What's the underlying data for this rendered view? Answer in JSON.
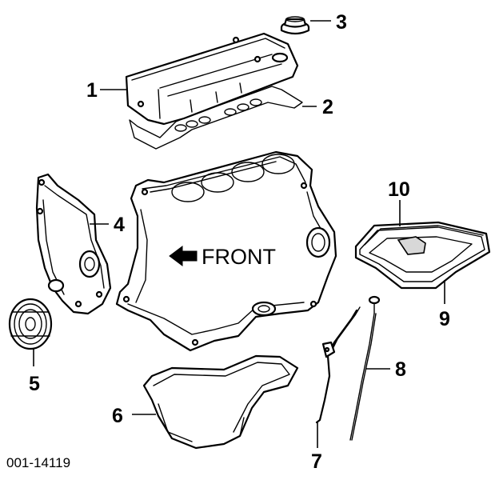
{
  "diagram": {
    "front_label": "FRONT",
    "figure_code": "001-14119",
    "callouts": [
      {
        "number": "1",
        "part": "cylinder-head-cover"
      },
      {
        "number": "2",
        "part": "head-cover-gasket"
      },
      {
        "number": "3",
        "part": "oil-filler-cap"
      },
      {
        "number": "4",
        "part": "timing-chain-cover"
      },
      {
        "number": "5",
        "part": "crankshaft-pulley"
      },
      {
        "number": "6",
        "part": "lower-oil-pan"
      },
      {
        "number": "7",
        "part": "dipstick-guide"
      },
      {
        "number": "8",
        "part": "oil-dipstick"
      },
      {
        "number": "9",
        "part": "upper-oil-pan"
      },
      {
        "number": "10",
        "part": "oil-pan-gasket"
      }
    ]
  }
}
